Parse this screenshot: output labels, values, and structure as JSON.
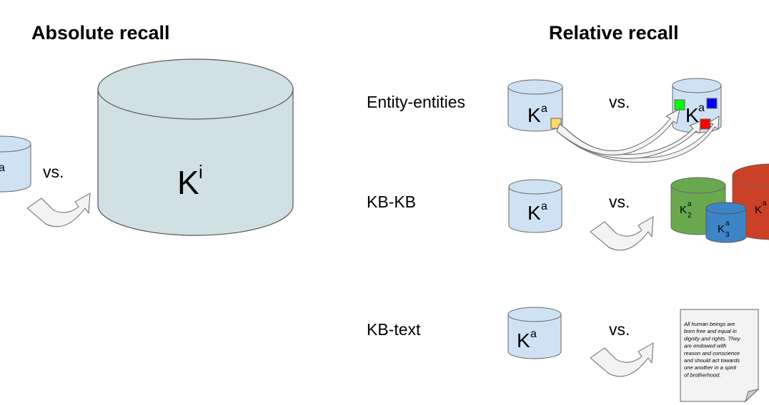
{
  "titles": {
    "absolute": "Absolute recall",
    "relative": "Relative recall"
  },
  "rows": {
    "entity": "Entity-entities",
    "kbkb": "KB-KB",
    "kbtext": "KB-text"
  },
  "vs_label": "vs.",
  "kb": {
    "symbol": "K",
    "available_sup": "a",
    "ideal_sup": "i",
    "sub2": "2",
    "sub3": "3"
  },
  "document_lines": [
    "All human beings are",
    "born free and equal in",
    "dignity and rights. They",
    "are endowed with",
    "reason and conscience",
    "and should act towards",
    "one another in a spirit",
    "of brotherhood."
  ],
  "colors": {
    "kb_light": "#cfe2f3",
    "kb_ideal": "#d0e0e3",
    "kb_green": "#6aa84f",
    "kb_blue": "#3d85c6",
    "kb_red": "#cc4125",
    "entity_yellow": "#ffd966",
    "entity_green": "#00ff00",
    "entity_blue": "#0000ff",
    "entity_red": "#ff0000"
  }
}
